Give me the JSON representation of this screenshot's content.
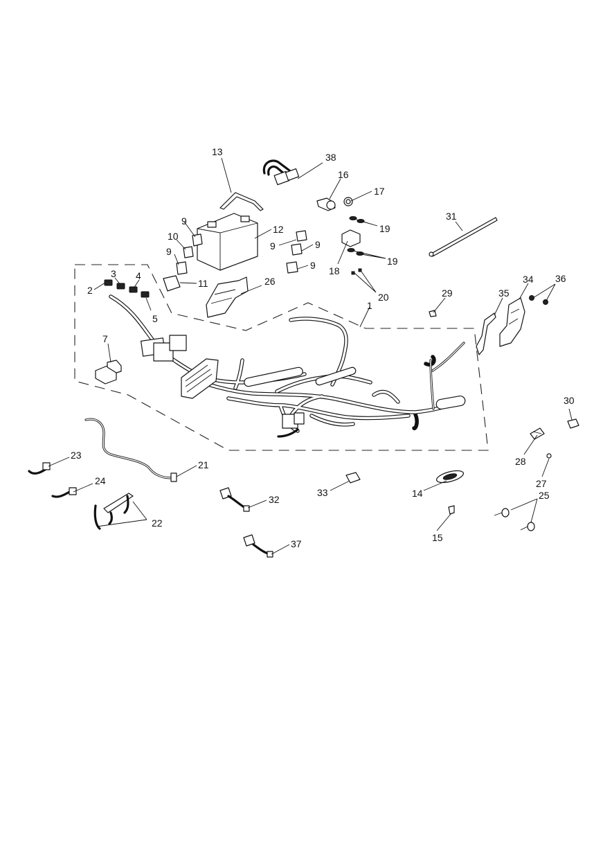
{
  "labels": {
    "l1": "1",
    "l2": "2",
    "l3": "3",
    "l4": "4",
    "l5": "5",
    "l7": "7",
    "l9a": "9",
    "l9b": "9",
    "l9c": "9",
    "l9d": "9",
    "l9e": "9",
    "l10": "10",
    "l11": "11",
    "l12": "12",
    "l13": "13",
    "l14": "14",
    "l15": "15",
    "l16": "16",
    "l17": "17",
    "l18": "18",
    "l19a": "19",
    "l19b": "19",
    "l20": "20",
    "l21": "21",
    "l22": "22",
    "l23": "23",
    "l24": "24",
    "l25": "25",
    "l26": "26",
    "l27": "27",
    "l28": "28",
    "l29": "29",
    "l30": "30",
    "l31": "31",
    "l32": "32",
    "l33": "33",
    "l34": "34",
    "l35": "35",
    "l36": "36",
    "l37": "37",
    "l38": "38"
  }
}
